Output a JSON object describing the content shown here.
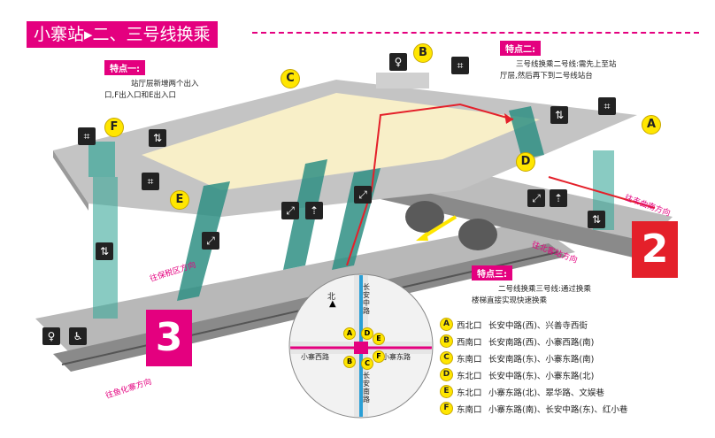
{
  "title": "小寨站▸二、三号线换乘",
  "features": {
    "one": {
      "label": "特点一:",
      "line1": "站厅层新增两个出入",
      "line2": "口,F出入口和E出入口"
    },
    "two": {
      "label": "特点二:",
      "line1": "三号线换乘二号线:需先上至站",
      "line2": "厅层,然后再下到二号线站台"
    },
    "three": {
      "label": "特点三:",
      "line1": "二号线换乘三号线:通过换乘",
      "line2": "楼梯直接实现快速换乘"
    }
  },
  "exits_on_diagram": [
    "A",
    "B",
    "C",
    "D",
    "E",
    "F"
  ],
  "line_numbers": {
    "line2": "2",
    "line3": "3"
  },
  "directions": {
    "to_weiqu": "往韦曲南方向",
    "to_beike": "往北客站方向",
    "to_baoshui": "往保税区方向",
    "to_yuhuazhai": "往鱼化寨方向"
  },
  "compass": {
    "north": "北"
  },
  "map_roads": {
    "changan_north": "长安中路",
    "changan_south": "长安南路",
    "xiaozhai_west": "小寨西路",
    "xiaozhai_east": "小寨东路"
  },
  "legend": [
    {
      "letter": "A",
      "name": "西北口",
      "desc": "长安中路(西)、兴善寺西街"
    },
    {
      "letter": "B",
      "name": "西南口",
      "desc": "长安南路(西)、小寨西路(南)"
    },
    {
      "letter": "C",
      "name": "东南口",
      "desc": "长安南路(东)、小寨东路(南)"
    },
    {
      "letter": "D",
      "name": "东北口",
      "desc": "长安中路(东)、小寨东路(北)"
    },
    {
      "letter": "E",
      "name": "东北口",
      "desc": "小寨东路(北)、翠华路、文娱巷"
    },
    {
      "letter": "F",
      "name": "东南口",
      "desc": "小寨东路(南)、长安中路(东)、红小巷"
    }
  ],
  "colors": {
    "accent": "#e4007f",
    "line2": "#e4202a",
    "line3": "#e4007f",
    "badge": "#ffe600",
    "concourse": "#f8efc8",
    "column": "#3aa89a"
  }
}
